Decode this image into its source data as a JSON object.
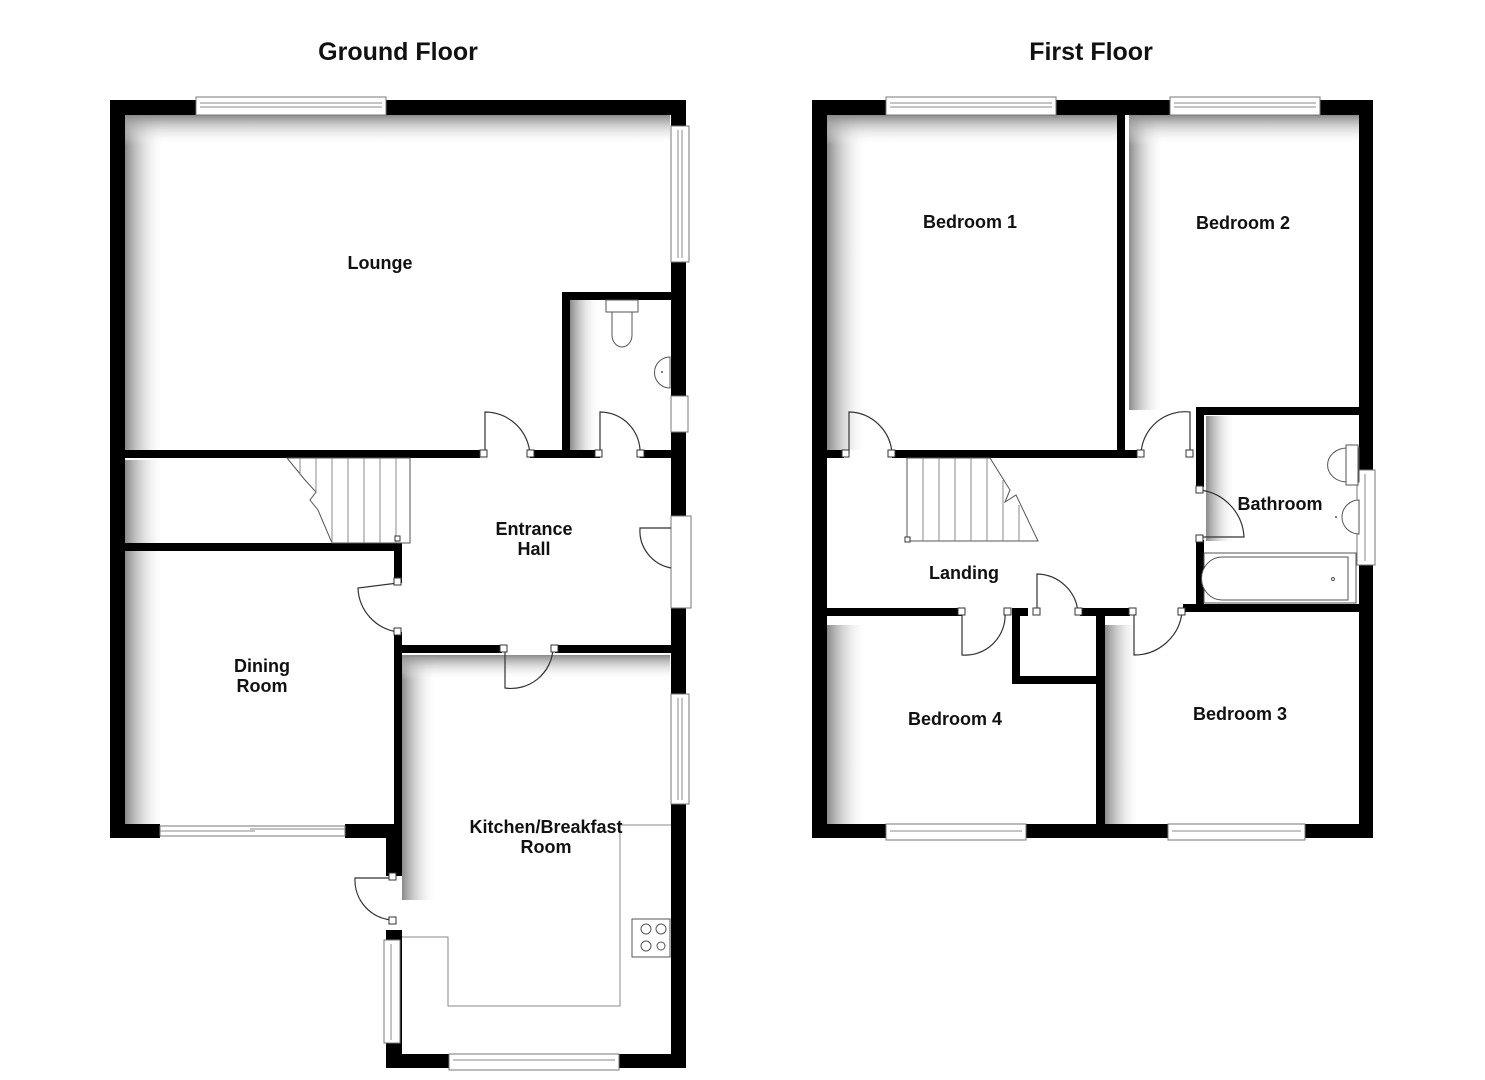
{
  "ground_floor": {
    "title": "Ground Floor",
    "rooms": {
      "lounge": "Lounge",
      "entrance_hall_line1": "Entrance",
      "entrance_hall_line2": "Hall",
      "dining_line1": "Dining",
      "dining_line2": "Room",
      "kitchen_line1": "Kitchen/Breakfast",
      "kitchen_line2": "Room"
    }
  },
  "first_floor": {
    "title": "First Floor",
    "rooms": {
      "bedroom1": "Bedroom 1",
      "bedroom2": "Bedroom 2",
      "bedroom3": "Bedroom 3",
      "bedroom4": "Bedroom 4",
      "bathroom": "Bathroom",
      "landing": "Landing"
    }
  },
  "colors": {
    "wall": "#000000",
    "background": "#ffffff",
    "shadow": "#9a9a9a"
  }
}
